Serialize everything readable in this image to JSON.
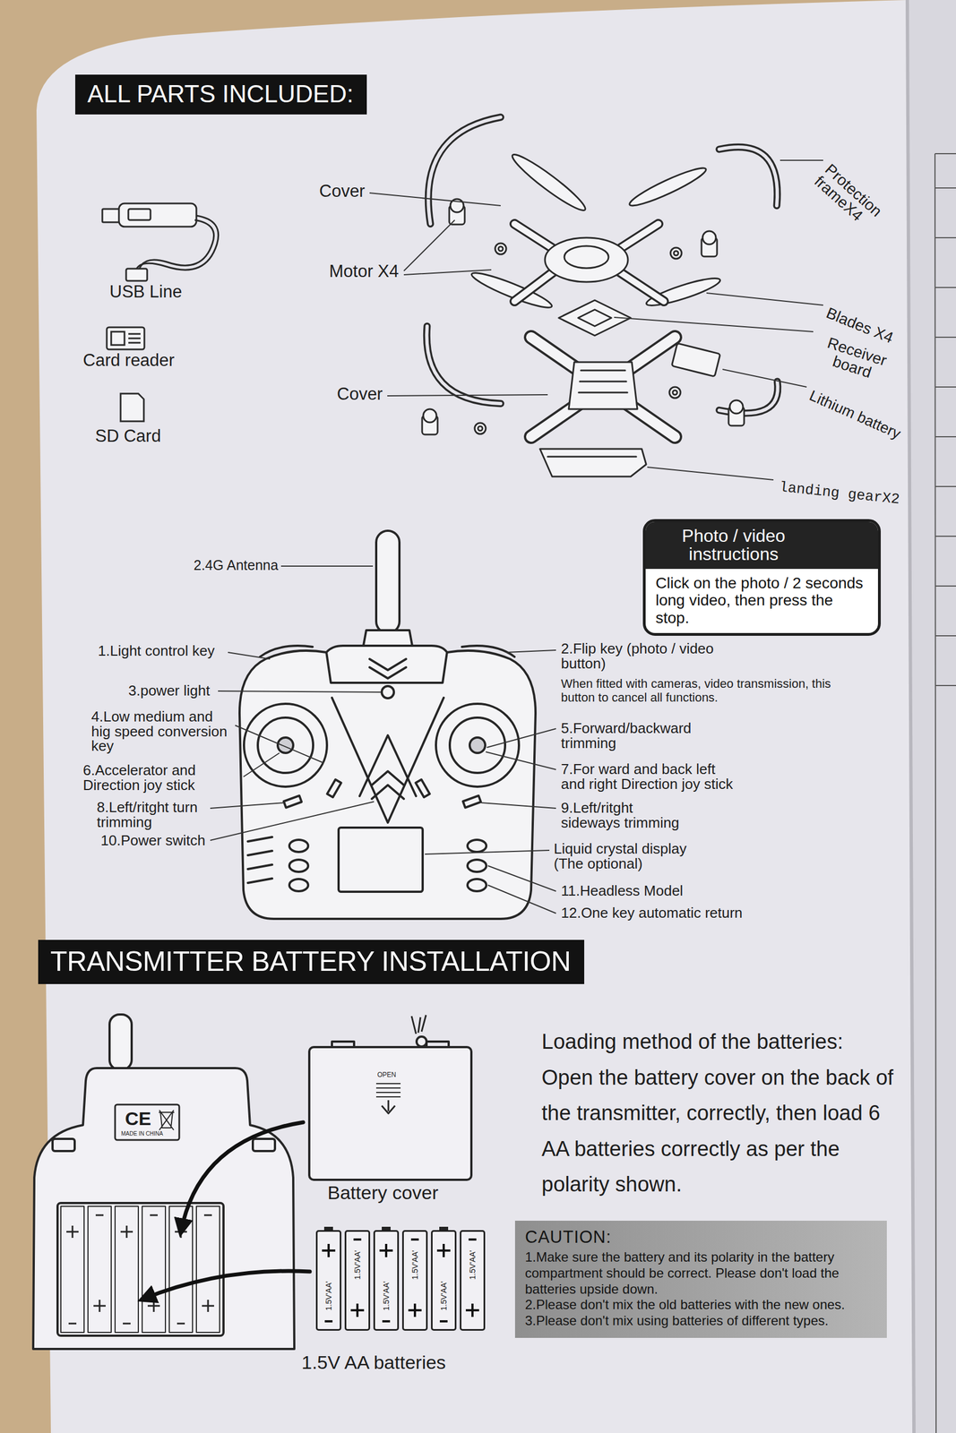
{
  "diagram": {
    "nodes": [
      {
        "text": [
          "ALL PARTS INCLUDED:"
        ]
      },
      {
        "text": [
          "Photo / video instructions",
          "Click on the photo / 2 seconds long video, then press the stop."
        ]
      },
      {
        "text": [
          "TRANSMITTER BATTERY INSTALLATION"
        ]
      },
      {
        "text": [
          "1.5V'AA'"
        ]
      },
      {
        "text": [
          "1.5V'AA'"
        ]
      },
      {
        "text": [
          "1.5V'AA'"
        ]
      },
      {
        "text": [
          "1.5V'AA'"
        ]
      },
      {
        "text": [
          "1.5V'AA'"
        ]
      },
      {
        "text": [
          "1.5V'AA'"
        ]
      },
      {
        "text": [
          "CAUTION:",
          "1.Make sure the battery and its polarity in the battery compartment should be correct. Please don't load the batteries upside down.",
          "2.Please don't mix the old batteries with the new ones.",
          "3.Please don't mix using batteries of different types."
        ]
      }
    ],
    "labels": [
      "Cover",
      "Protection frameX4",
      "USB Line",
      "Motor X4",
      "Blades X4",
      "Receiver board",
      "Card reader",
      "Lithium battery",
      "Cover",
      "SD Card",
      "landing gearX2",
      "2.4G Antenna",
      "1.Light control key",
      "2.Flip key (photo / video button)",
      "When fitted with cameras, video transmission, this button to cancel all functions.",
      "3.power light",
      "4.Low medium and hig speed conversion key",
      "5.Forward/backward trimming",
      "6.Accelerator and Direction joy stick",
      "7.For ward and back left and right Direction joy stick",
      "8.Left/ritght turn trimming",
      "9.Left/ritght sideways trimming",
      "10.Power switch",
      "Liquid crystal display (The optional)",
      "11.Headless Model",
      "12.One key automatic return",
      "CE",
      "MADE IN CHINA",
      "OPEN",
      "Battery cover",
      "Loading method of the batteries: Open the battery cover on the back of the transmitter, correctly, then load 6 AA batteries correctly as per the polarity shown.",
      "1.5V AA batteries"
    ]
  }
}
